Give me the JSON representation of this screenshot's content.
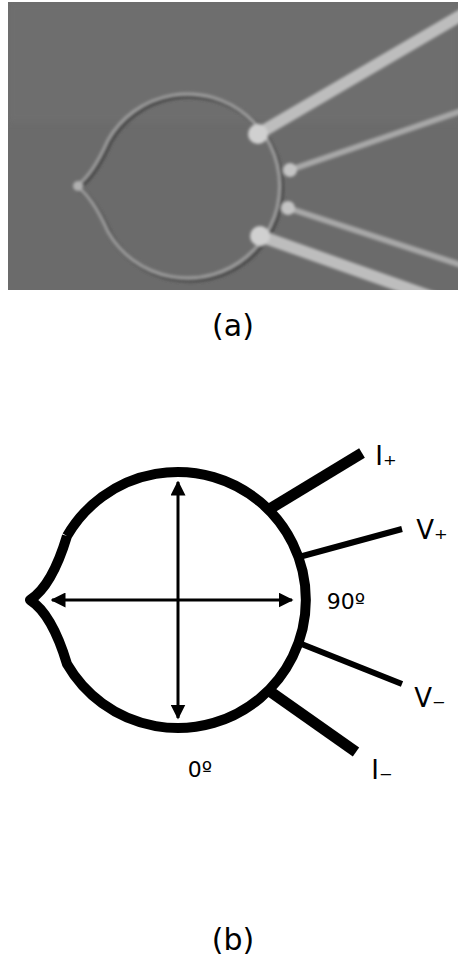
{
  "diagram": {
    "labels": [
      "(a)",
      "I₊",
      "V₊",
      "90º",
      "V₋",
      "I₋",
      "0º",
      "(b)"
    ]
  }
}
